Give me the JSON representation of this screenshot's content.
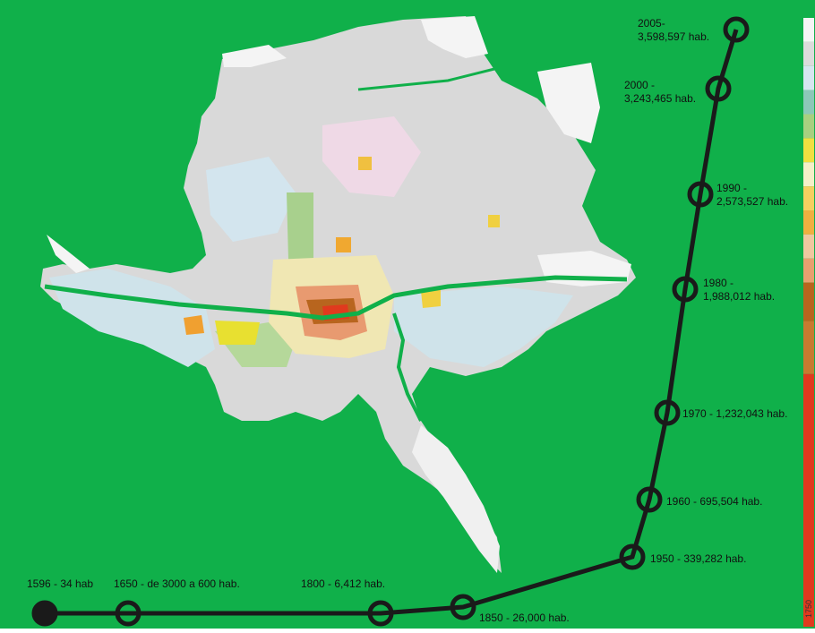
{
  "colors": {
    "background": "#10b04a",
    "urban_gray": "#d9d9d9",
    "urban_white": "#f4f4f4",
    "light_blue": "#cfe3ea",
    "pale_pink": "#efd9e6",
    "light_green": "#a8d08d",
    "pale_yellow": "#f0e7b3",
    "yellow": "#e8e030",
    "orange": "#f0a030",
    "salmon": "#e89a70",
    "brown": "#b8651e",
    "red": "#e03a1e",
    "timeline": "#1a1a1a"
  },
  "color_scale": {
    "swatches": [
      "#f5f5f5",
      "#dcdcdc",
      "#d6e6f0",
      "#8cc8b8",
      "#a8d080",
      "#f0e040",
      "#f5f0c8",
      "#f5d060",
      "#f0b040",
      "#f0c8a0",
      "#e8a070",
      "#b8651e",
      "#c87a30",
      "#e03a1e"
    ],
    "bottom_label": "1750"
  },
  "timeline": {
    "points": [
      {
        "label": "1596 - 34 hab"
      },
      {
        "label": "1650 - de 3000 a 600 hab."
      },
      {
        "label": "1800 - 6,412 hab."
      },
      {
        "label": "1850 - 26,000  hab."
      },
      {
        "label": "1950 - 339,282  hab."
      },
      {
        "label": "1960 - 695,504  hab."
      },
      {
        "label": "1970 - 1,232,043  hab."
      },
      {
        "label_lines": [
          "1980 -",
          "1,988,012  hab."
        ]
      },
      {
        "label_lines": [
          "1990 -",
          "2,573,527  hab."
        ]
      },
      {
        "label_lines": [
          "2000 -",
          "3,243,465 hab."
        ]
      },
      {
        "label_lines": [
          "2005-",
          "3,598,597 hab."
        ]
      }
    ]
  }
}
